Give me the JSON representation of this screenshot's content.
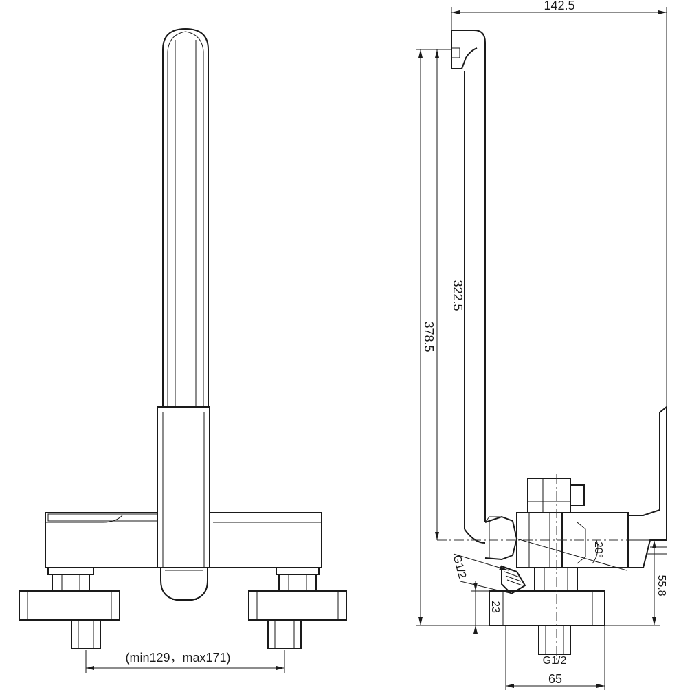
{
  "dimensions": {
    "total_width": "142.5",
    "spout_height": "322.5",
    "total_height": "378.5",
    "outlet_angle": "20°",
    "outlet_thread": "G1/2",
    "inlet_thread": "G1/2",
    "connector_height": "23",
    "inlet_height": "55.8",
    "base_width": "65",
    "inlet_spacing": "(min129，max171)"
  }
}
